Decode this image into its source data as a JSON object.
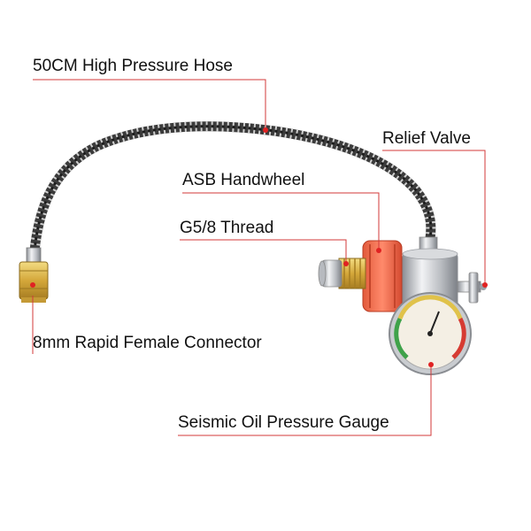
{
  "labels": {
    "hose": "50CM High Pressure Hose",
    "relief_valve": "Relief Valve",
    "handwheel": "ASB Handwheel",
    "thread": "G5/8 Thread",
    "connector": "8mm Rapid Female Connector",
    "gauge": "Seismic Oil Pressure Gauge"
  },
  "colors": {
    "callout_line": "#d33a3a",
    "handwheel": "#f26b4e",
    "brass": "#d9b547",
    "gauge_face": "#f4efe4"
  }
}
